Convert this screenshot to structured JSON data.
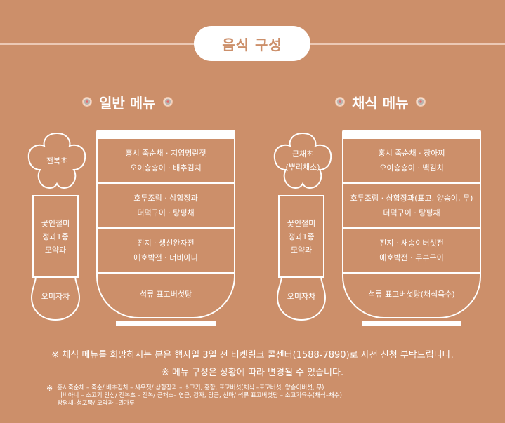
{
  "header": {
    "title": "음식 구성"
  },
  "colors": {
    "background": "#cc8f6a",
    "foreground": "#ffffff",
    "title_line": "#ecc9b5"
  },
  "general_menu": {
    "title": "일반 메뉴",
    "icon": "flower-ornament-icon",
    "flower_item": [
      "전복초"
    ],
    "rect_items": [
      "꽃인절미",
      "정과1종",
      "모약과"
    ],
    "cup_item": "오미자차",
    "bowl_rows": [
      [
        "홍시 죽순채 · 지염명란젓",
        "오이숑숑이 · 배추김치"
      ],
      [
        "호두조림 · 삼합장과",
        "더덕구이 · 탕평채"
      ],
      [
        "진지 · 생선완자전",
        "애호박전 · 너비아니"
      ],
      [
        "석류 표고버섯탕"
      ]
    ]
  },
  "vegetarian_menu": {
    "title": "채식 메뉴",
    "icon": "flower-ornament-icon",
    "flower_item": [
      "근채초",
      "(뿌리채소)"
    ],
    "rect_items": [
      "꽃인절미",
      "정과1종",
      "모약과"
    ],
    "cup_item": "오미자차",
    "bowl_rows": [
      [
        "홍시 죽순채 · 장아찌",
        "오이숑숑이 · 백김치"
      ],
      [
        "호두조림 · 삼합장과(표고, 양송이, 무)",
        "더덕구이 · 탕평채"
      ],
      [
        "진지 · 새송이버섯전",
        "애호박전 · 두부구이"
      ],
      [
        "석류 표고버섯탕(채식육수)"
      ]
    ]
  },
  "notices": {
    "line1": "※ 채식 메뉴를 희망하시는 분은 행사일 3일 전 티켓링크 콜센터(1588-7890)로 사전 신청 부탁드립니다.",
    "line2": "※ 메뉴 구성은 상황에 따라 변경될 수 있습니다."
  },
  "footnote": {
    "mark": "※",
    "lines": [
      "홍시죽순채 – 죽순/ 배추김치 – 새우젓/ 삼합장과 – 소고기, 홍합, 표고버섯(채식 –표고버섯, 양송이버섯, 무)",
      "너비아니 – 소고기 안심/ 전복초 – 전복/ 근채소– 연근, 감자, 당근, 산마/ 석류 표고버섯탕 – 소고기육수(채식–채수)",
      "탕평채–청포묵/ 모약과 –밀가루"
    ]
  }
}
